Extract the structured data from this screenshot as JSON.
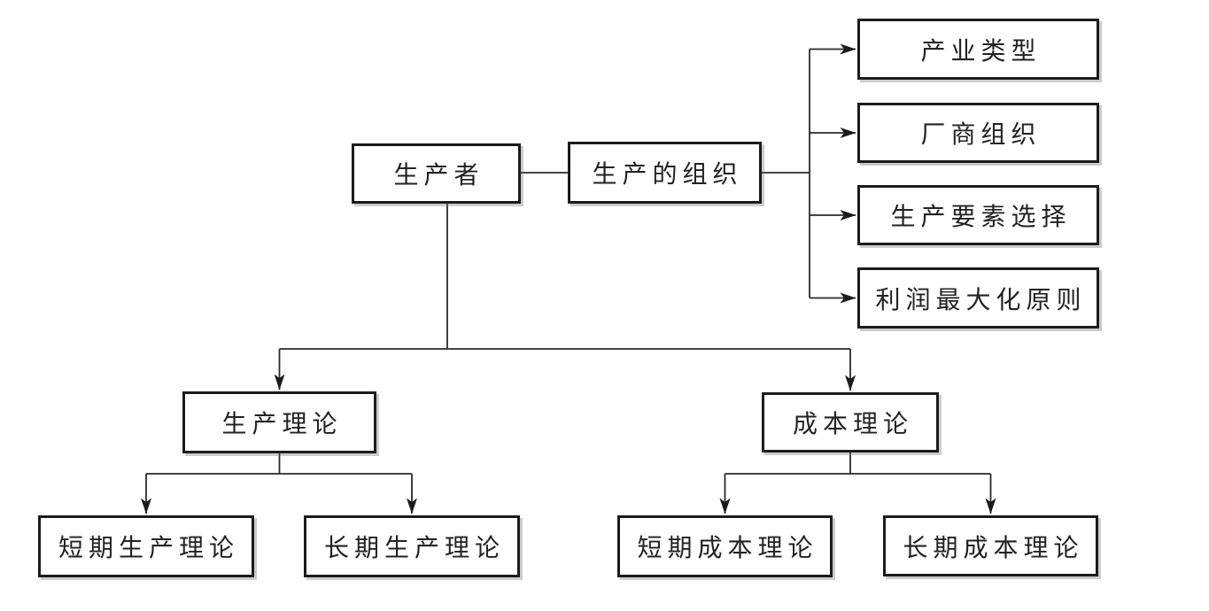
{
  "diagram": {
    "type": "flowchart",
    "nodes": {
      "producer": {
        "label": "生产者"
      },
      "organization": {
        "label": "生产的组织"
      },
      "industry_type": {
        "label": "产业类型"
      },
      "firm_organization": {
        "label": "厂商组织"
      },
      "factor_selection": {
        "label": "生产要素选择"
      },
      "profit_maximization": {
        "label": "利润最大化原则"
      },
      "production_theory": {
        "label": "生产理论"
      },
      "cost_theory": {
        "label": "成本理论"
      },
      "short_run_production": {
        "label": "短期生产理论"
      },
      "long_run_production": {
        "label": "长期生产理论"
      },
      "short_run_cost": {
        "label": "短期成本理论"
      },
      "long_run_cost": {
        "label": "长期成本理论"
      }
    },
    "edges": [
      {
        "from": "producer",
        "to": "organization",
        "arrow": false
      },
      {
        "from": "organization",
        "to": "industry_type",
        "arrow": true
      },
      {
        "from": "organization",
        "to": "firm_organization",
        "arrow": true
      },
      {
        "from": "organization",
        "to": "factor_selection",
        "arrow": true
      },
      {
        "from": "organization",
        "to": "profit_maximization",
        "arrow": true
      },
      {
        "from": "producer",
        "to": "production_theory",
        "arrow": true
      },
      {
        "from": "producer",
        "to": "cost_theory",
        "arrow": true
      },
      {
        "from": "production_theory",
        "to": "short_run_production",
        "arrow": true
      },
      {
        "from": "production_theory",
        "to": "long_run_production",
        "arrow": true
      },
      {
        "from": "cost_theory",
        "to": "short_run_cost",
        "arrow": true
      },
      {
        "from": "cost_theory",
        "to": "long_run_cost",
        "arrow": true
      }
    ],
    "colors": {
      "background": "#ffffff",
      "box_border": "#1b1b1b",
      "line": "#2a2a2a",
      "text": "#222222"
    }
  }
}
